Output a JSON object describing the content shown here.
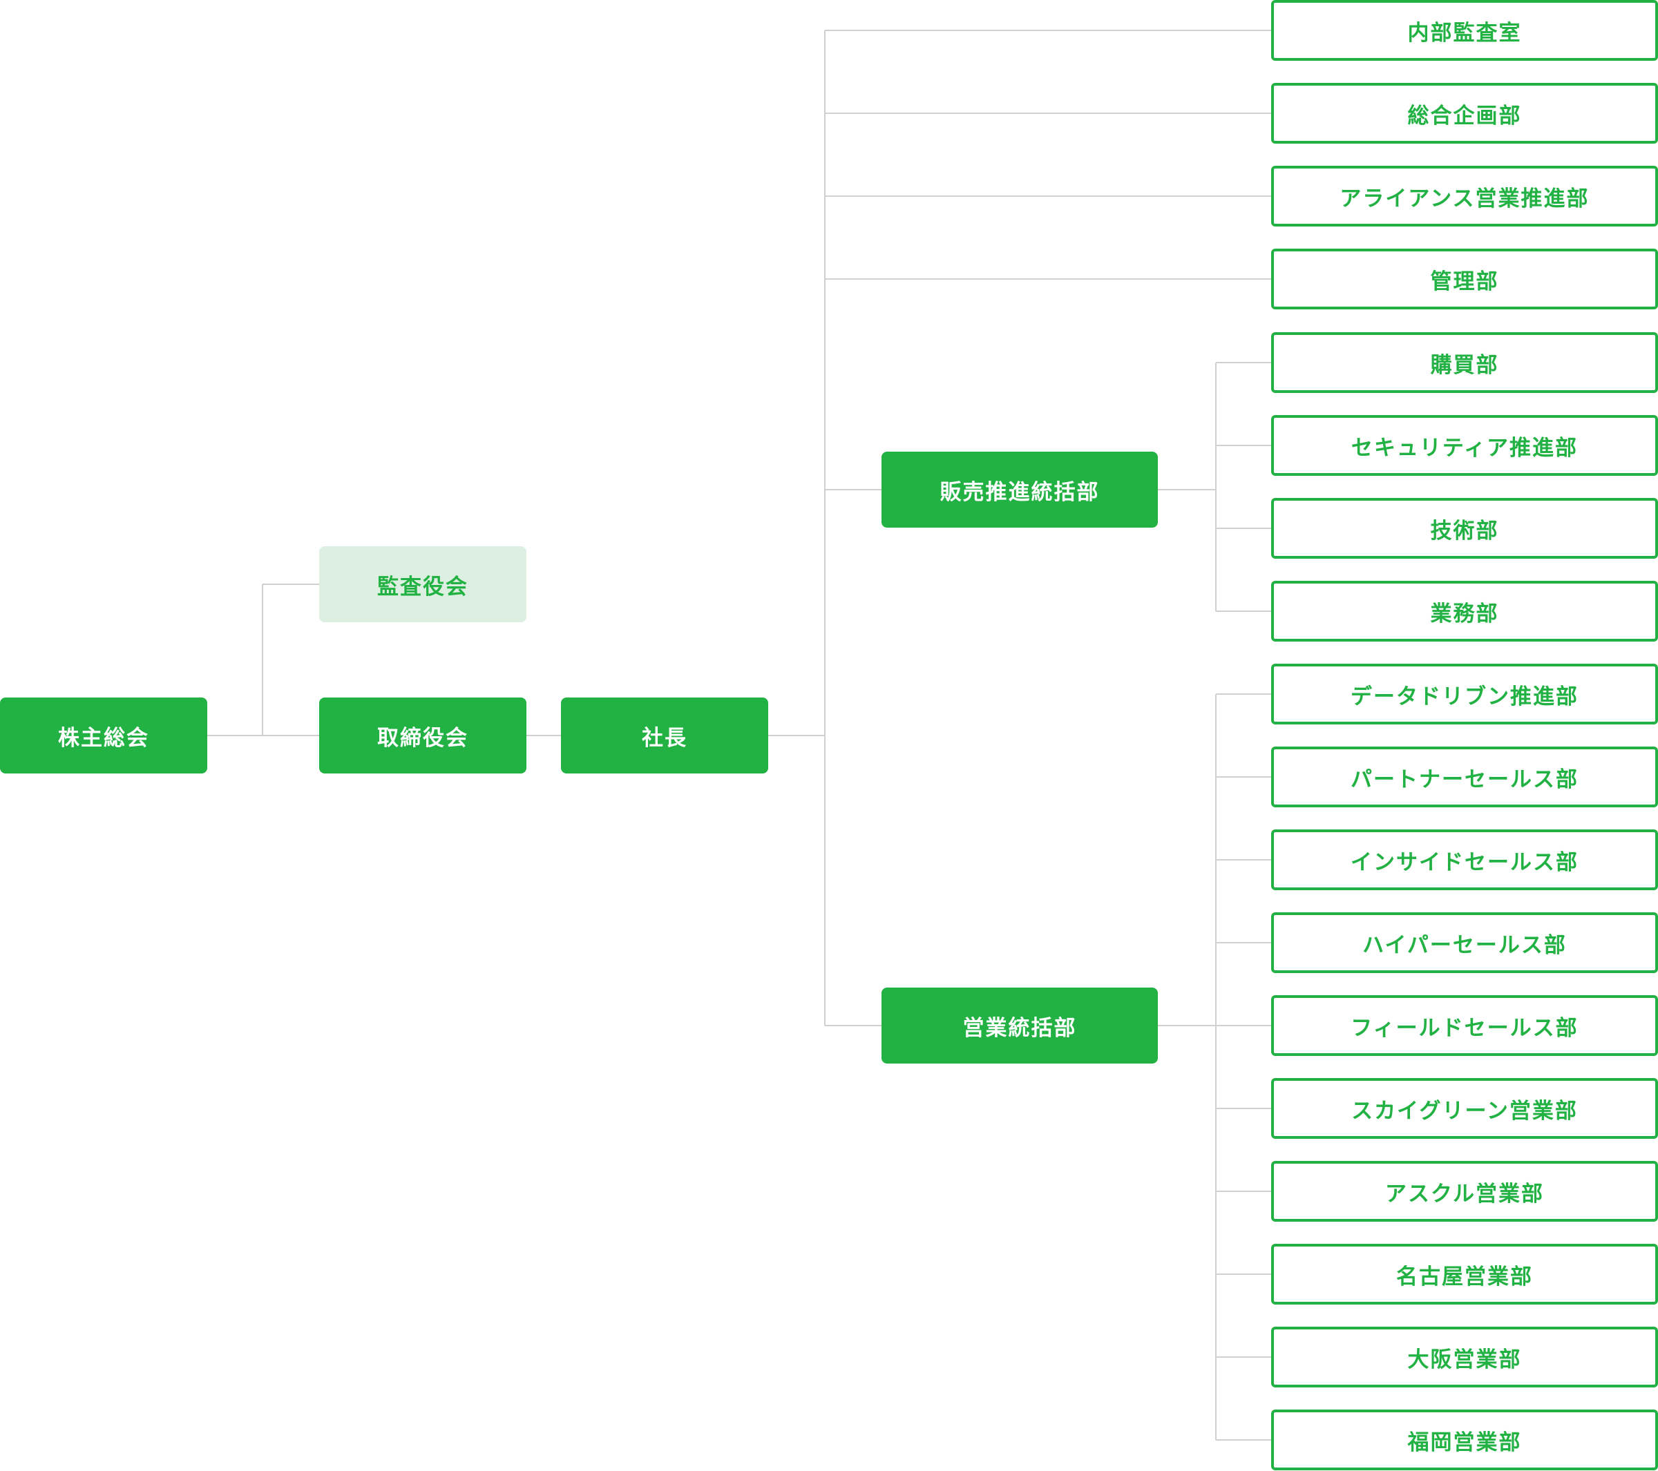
{
  "chart": {
    "shareholders": "株主総会",
    "auditors": "監査役会",
    "board": "取締役会",
    "president": "社長",
    "sales_promotion_hq": "販売推進統括部",
    "sales_hq": "営業統括部"
  },
  "direct_departments": [
    "内部監査室",
    "総合企画部",
    "アライアンス営業推進部",
    "管理部"
  ],
  "sales_promotion_departments": [
    "購買部",
    "セキュリティア推進部",
    "技術部",
    "業務部"
  ],
  "sales_departments": [
    "データドリブン推進部",
    "パートナーセールス部",
    "インサイドセールス部",
    "ハイパーセールス部",
    "フィールドセールス部",
    "スカイグリーン営業部",
    "アスクル営業部",
    "名古屋営業部",
    "大阪営業部",
    "福岡営業部"
  ],
  "colors": {
    "brand_green": "#22b143",
    "pale_green": "#dcefe1",
    "line_gray": "#cfcfcf"
  }
}
